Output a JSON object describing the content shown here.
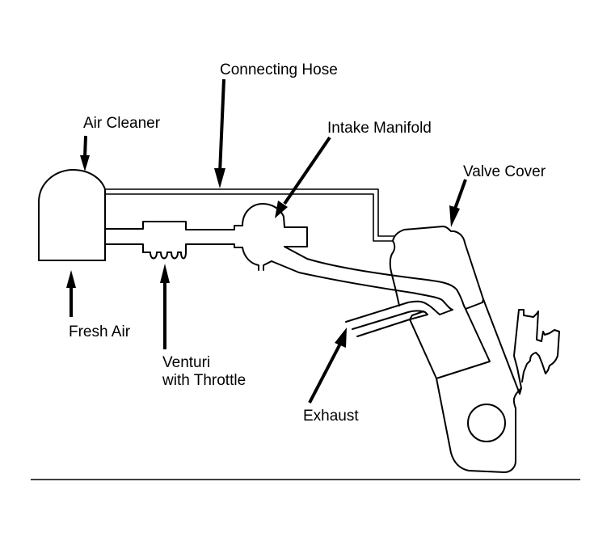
{
  "diagram": {
    "title": "Crankcase ventilation system schematic",
    "labels": {
      "connecting_hose": "Connecting Hose",
      "air_cleaner": "Air Cleaner",
      "intake_manifold": "Intake Manifold",
      "valve_cover": "Valve Cover",
      "fresh_air": "Fresh Air",
      "venturi_line1": "Venturi",
      "venturi_line2": "with Throttle",
      "exhaust": "Exhaust"
    },
    "colors": {
      "ink": "#000000",
      "background": "#ffffff"
    }
  }
}
